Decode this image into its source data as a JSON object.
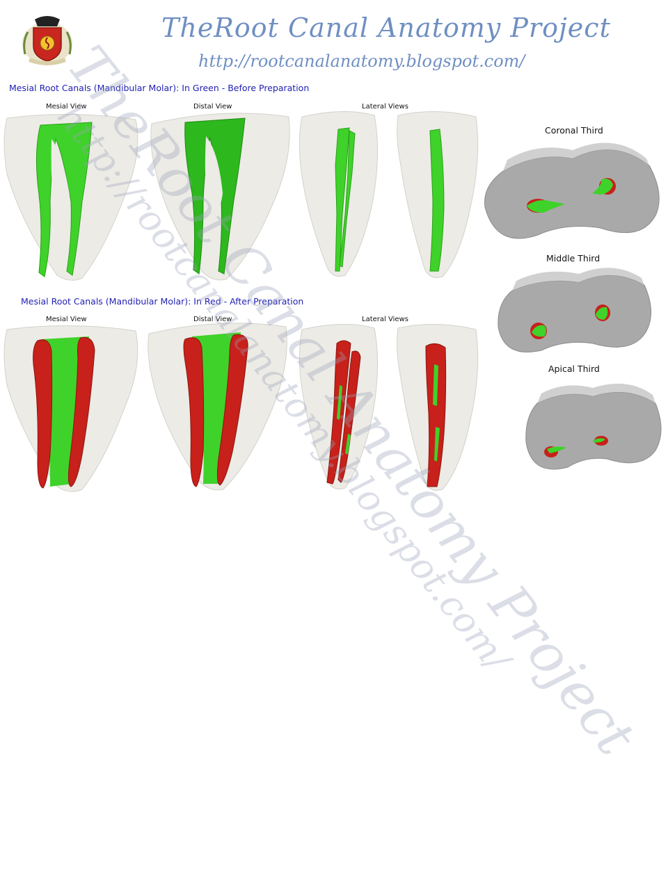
{
  "header": {
    "title": "TheRoot Canal Anatomy Project",
    "url": "http://rootcanalanatomy.blogspot.com/"
  },
  "logo": {
    "icon": "shield-emblem-icon"
  },
  "sections": [
    {
      "title": "Mesial Root Canals (Mandibular Molar): In Green - Before Preparation",
      "views": [
        "Mesial View",
        "Distal View",
        "Lateral Views"
      ]
    },
    {
      "title": "Mesial Root Canals (Mandibular Molar): In Red - After Preparation",
      "views": [
        "Mesial View",
        "Distal View",
        "Lateral Views"
      ]
    }
  ],
  "cross_sections": [
    "Coronal Third",
    "Middle Third",
    "Apical Third"
  ],
  "colors": {
    "canal_before": "#3fd22a",
    "canal_after": "#c8201a",
    "tooth": "#ecebe6",
    "section_tissue": "#a9a9a9",
    "title_blue": "#6f8fc2",
    "section_title_blue": "#1f1fb3"
  }
}
